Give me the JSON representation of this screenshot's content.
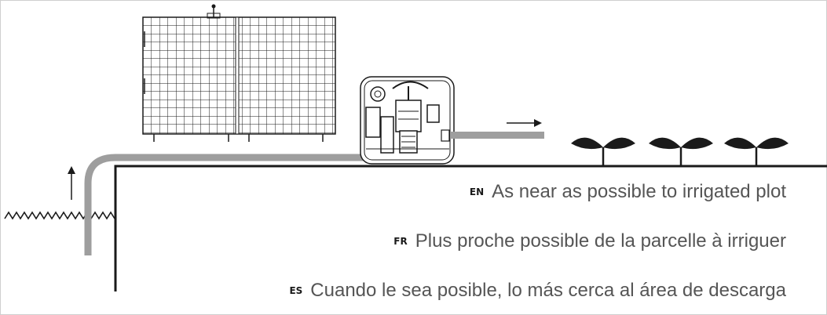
{
  "colors": {
    "frame": "#cfcfcf",
    "ink": "#1a1a1a",
    "pipe": "#9e9e9e",
    "text": "#555555"
  },
  "icons": [
    "solar-panel-icon",
    "pump-unit-icon",
    "plant-icon",
    "water-wave-icon",
    "flow-arrow-icon"
  ],
  "captions": {
    "en": {
      "code": "EN",
      "text": "As near as possible to irrigated plot"
    },
    "fr": {
      "code": "FR",
      "text": "Plus proche possible de la parcelle à irriguer"
    },
    "es": {
      "code": "ES",
      "text": "Cuando le sea posible, lo más cerca al área de descarga"
    }
  }
}
